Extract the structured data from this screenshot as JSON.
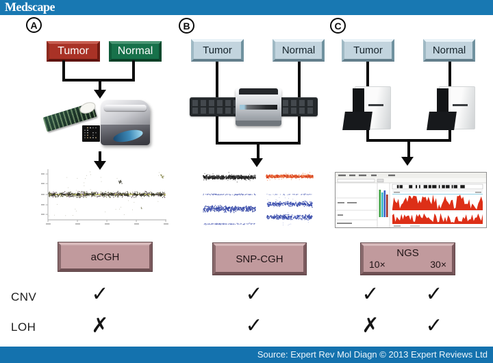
{
  "header": {
    "logo": "Medscape"
  },
  "footer": {
    "source": "Source: Expert Rev Mol Diagn © 2013 Expert Reviews Ltd"
  },
  "panels": [
    {
      "label": "A",
      "tumor_label": "Tumor",
      "normal_label": "Normal",
      "method": "aCGH"
    },
    {
      "label": "B",
      "tumor_label": "Tumor",
      "normal_label": "Normal",
      "method": "SNP-CGH"
    },
    {
      "label": "C",
      "tumor_label": "Tumor",
      "normal_label": "Normal",
      "method": "NGS",
      "coverage_left": "10×",
      "coverage_right": "30×"
    }
  ],
  "matrix": {
    "rows": [
      {
        "label": "CNV",
        "marks": [
          "✓",
          "✓",
          "✓",
          "✓"
        ]
      },
      {
        "label": "LOH",
        "marks": [
          "✗",
          "✓",
          "✗",
          "✓"
        ]
      }
    ]
  },
  "colors": {
    "header_blue": "#1878b2",
    "footer_blue": "#1472ae",
    "tumor_red": "#a93226",
    "normal_green": "#17714a",
    "sample_blue": "#c2d4de",
    "method_mauve": "#c19a9d",
    "coverage_red": "#dd2f17",
    "baf_blue": "#3b4fae"
  }
}
